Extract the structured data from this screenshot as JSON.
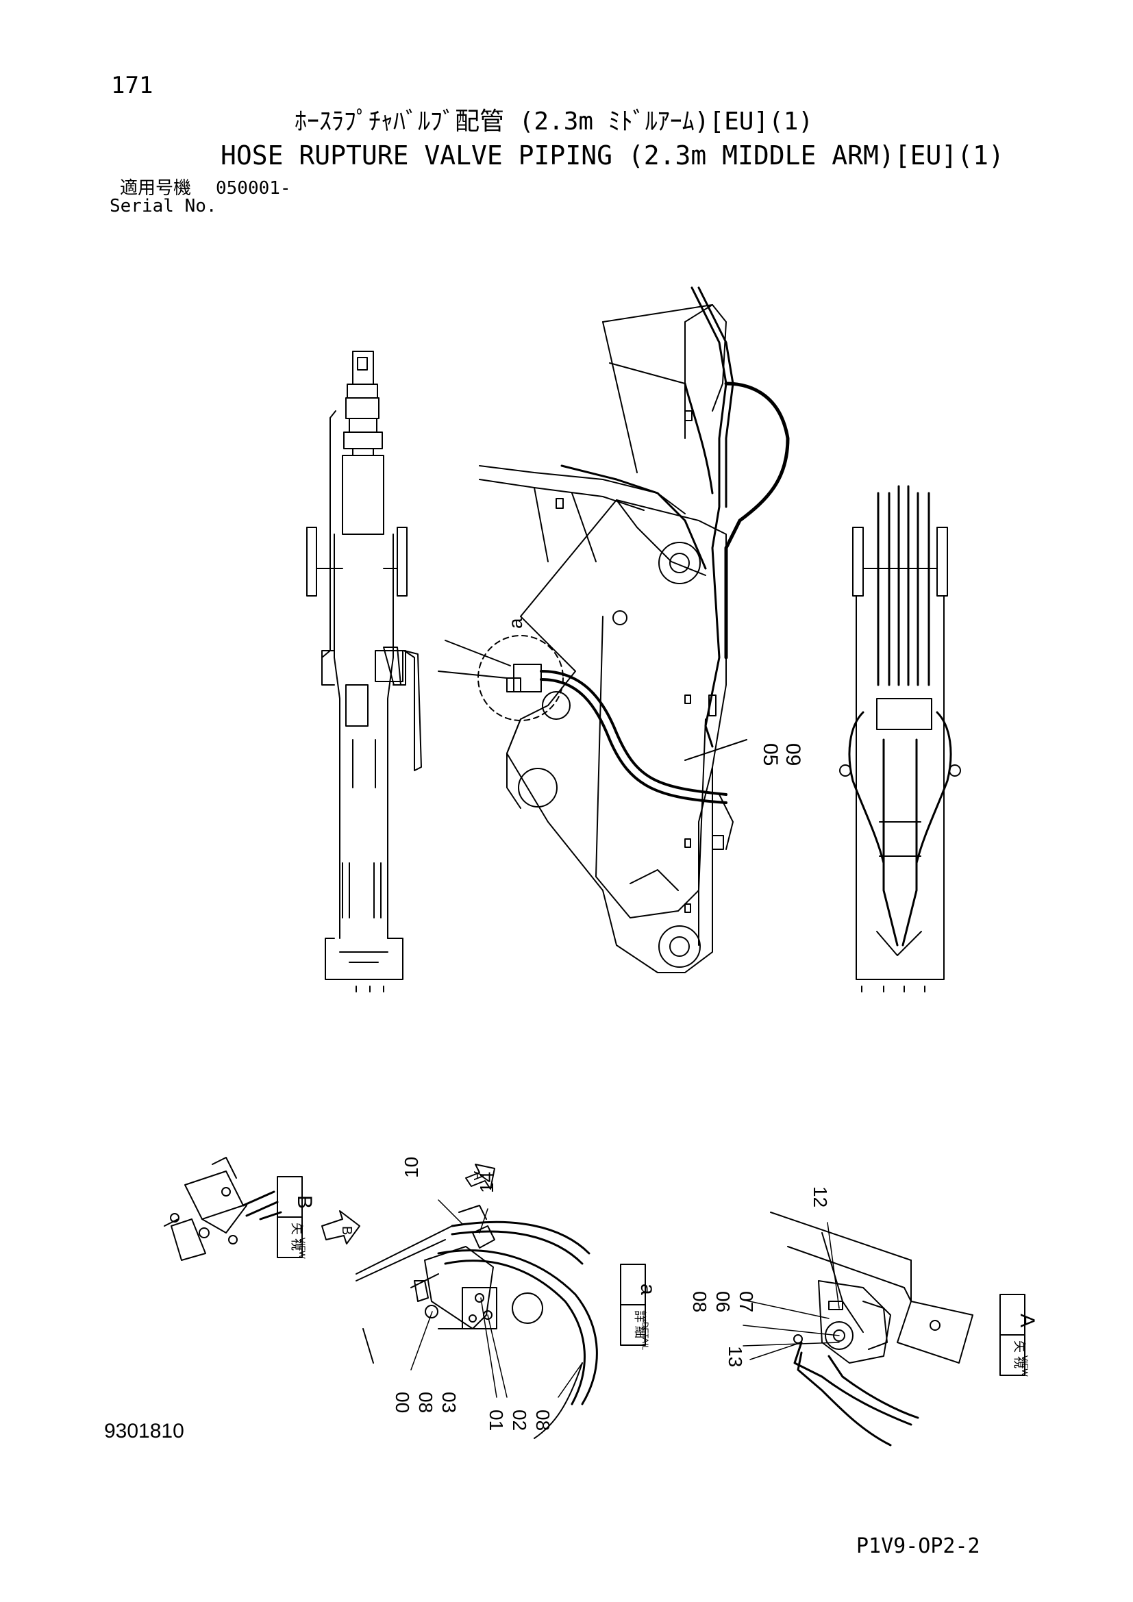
{
  "header": {
    "page_number": "171",
    "title_ja": "ﾎｰｽﾗﾌﾟﾁｬﾊﾞﾙﾌﾞ配管 (2.3m ﾐﾄﾞﾙｱｰﾑ)[EU](1)",
    "title_en": "HOSE RUPTURE VALVE PIPING (2.3m MIDDLE ARM)[EU](1)",
    "serial_label_ja": "適用号機",
    "serial_value": "050001-",
    "serial_label_en": "Serial No."
  },
  "callouts": {
    "detail_circle": "a",
    "main_05": "05",
    "main_09": "09",
    "b_10": "10",
    "b_14": "14",
    "b_00": "00",
    "b_08a": "08",
    "b_03": "03",
    "b_01": "01",
    "b_02": "02",
    "b_08b": "08",
    "c_12": "12",
    "c_08": "08",
    "c_06": "06",
    "c_07": "07",
    "c_13": "13"
  },
  "view_labels": {
    "view_b": {
      "ja": "矢 視",
      "en": "VIEW",
      "letter": "B"
    },
    "detail_a": {
      "ja": "詳 細",
      "en": "DETAIL",
      "letter": "a"
    },
    "view_a": {
      "ja": "矢 視",
      "en": "VIEW",
      "letter": "A"
    },
    "arrow_a": "A",
    "arrow_b": "B"
  },
  "footer": {
    "document_number": "9301810",
    "sheet_code": "P1V9-OP2-2"
  }
}
